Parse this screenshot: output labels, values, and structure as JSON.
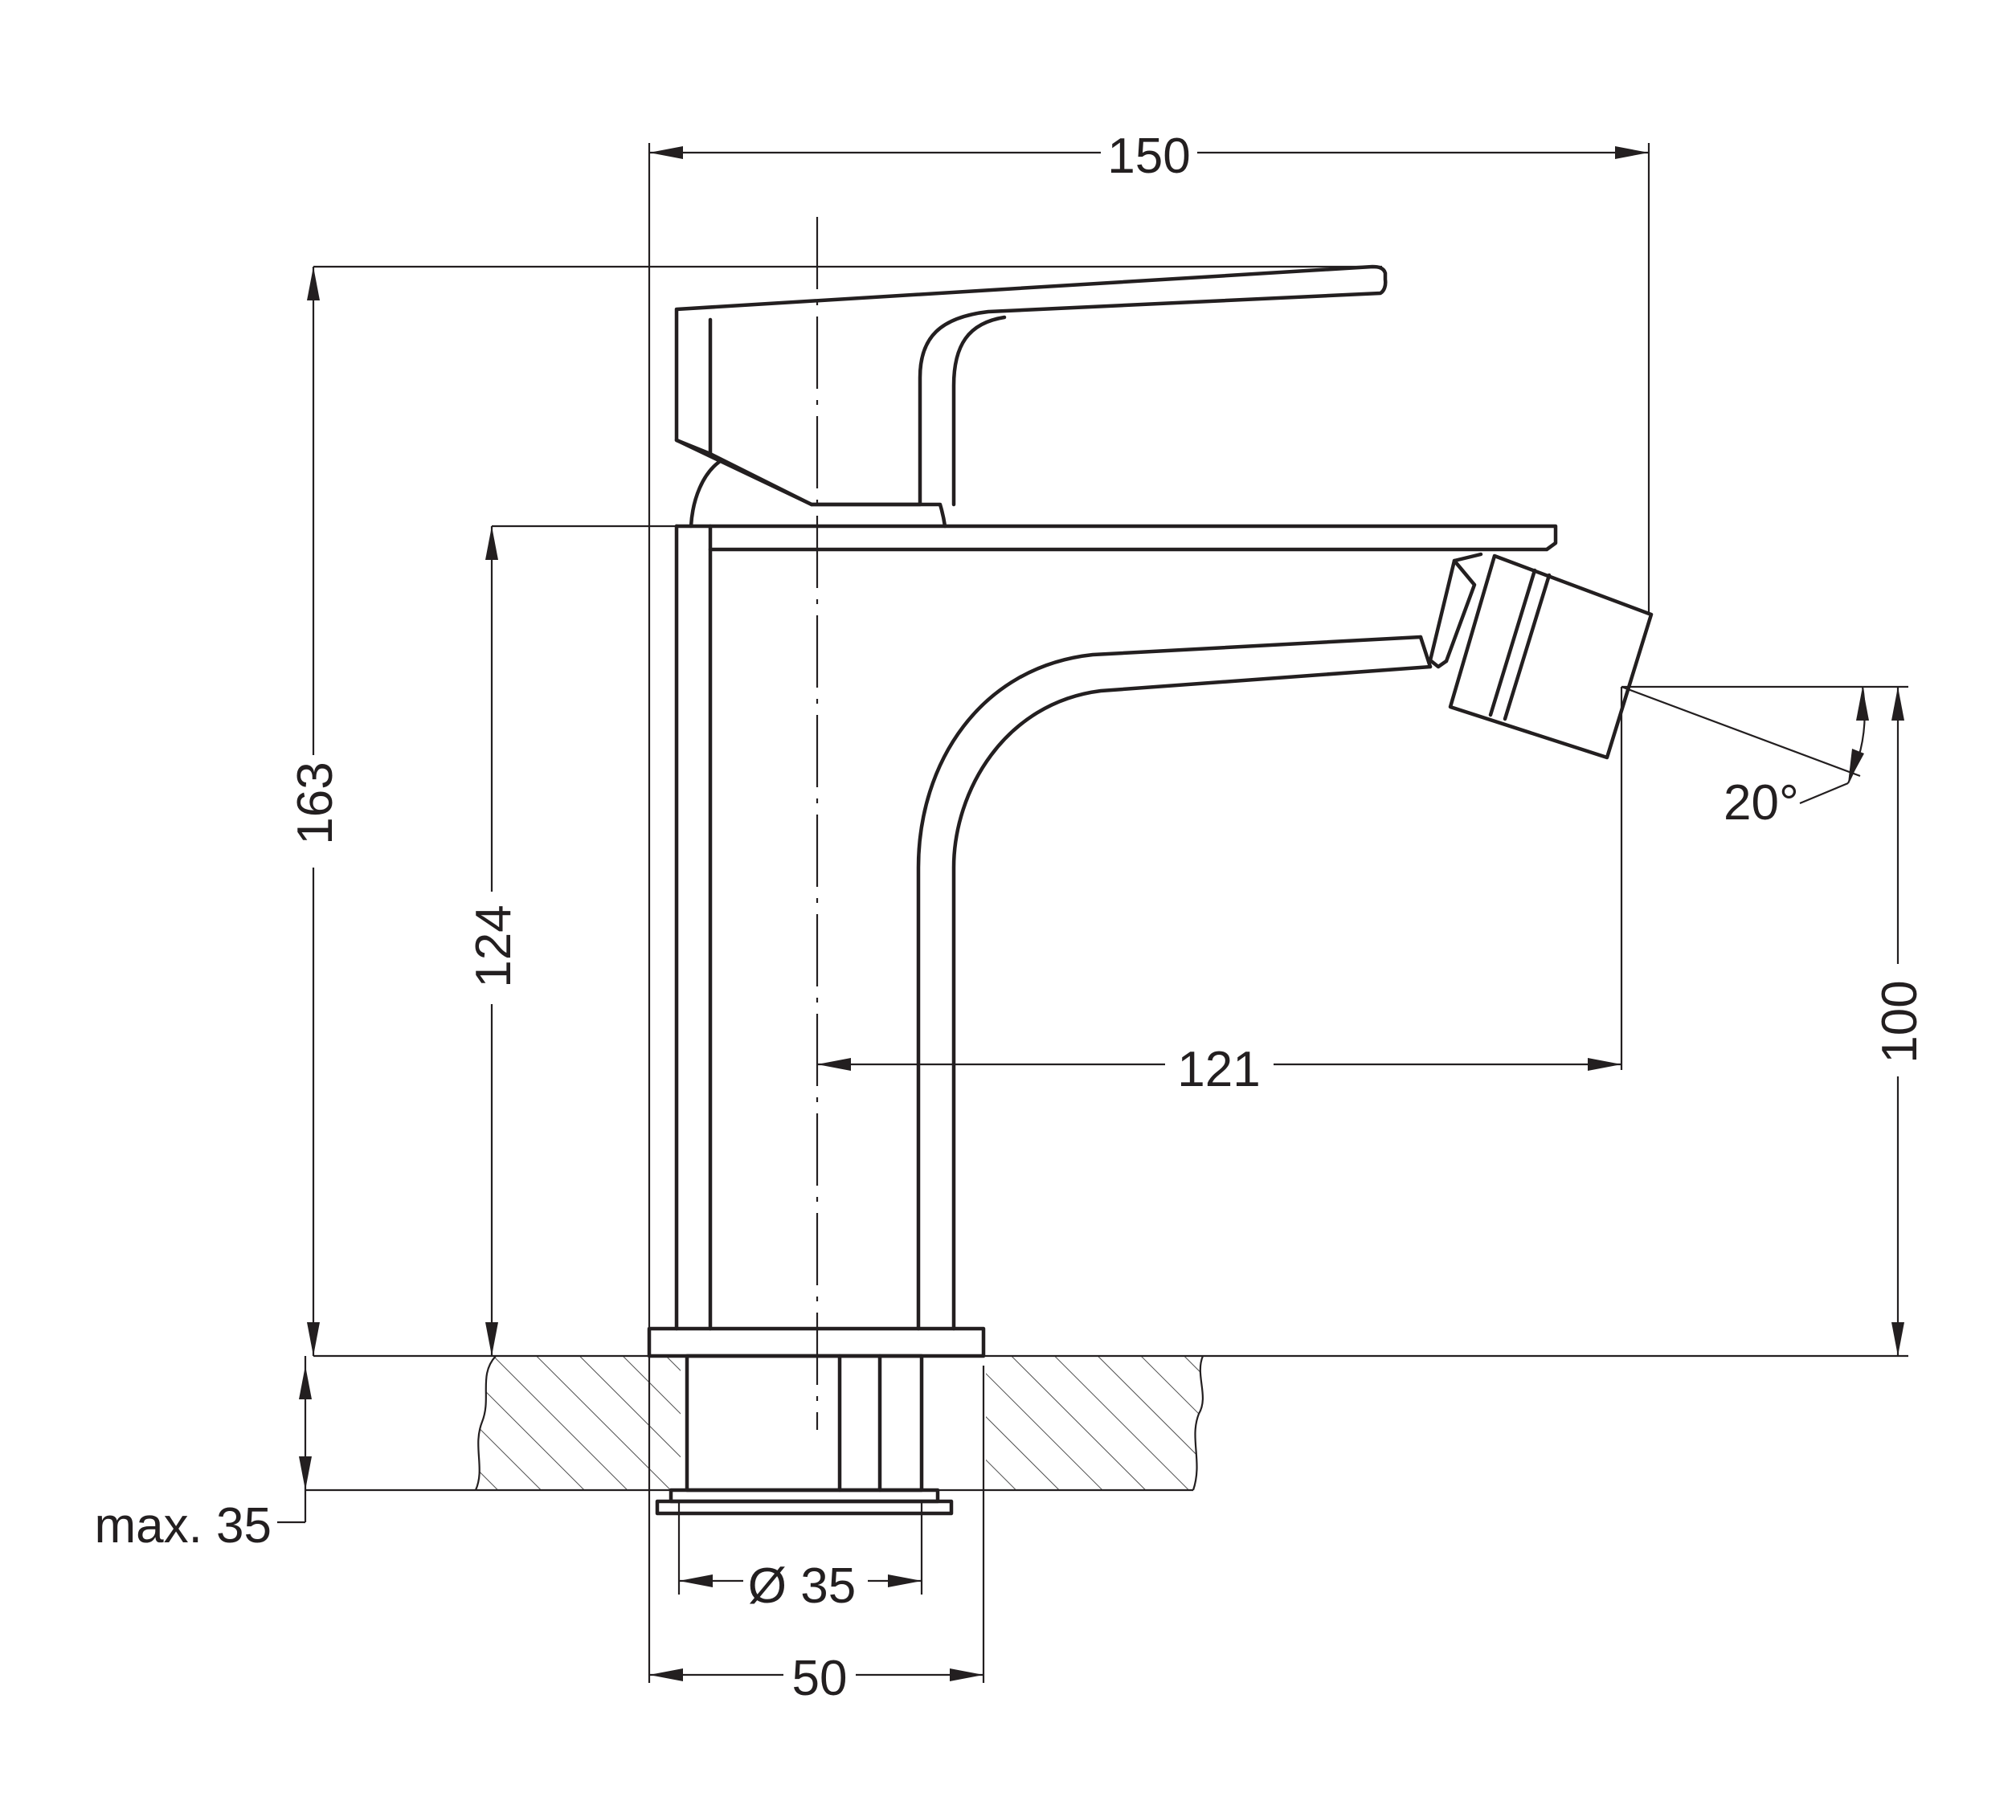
{
  "dimensions": {
    "overall_width": "150",
    "overall_height": "163",
    "body_height": "124",
    "spout_reach": "121",
    "spout_height": "100",
    "spray_angle": "20°",
    "max_mounting_thickness": "max. 35",
    "hole_diameter": "Ø 35",
    "base_width": "50"
  },
  "colors": {
    "ink": "#231f20",
    "background": "#ffffff"
  }
}
